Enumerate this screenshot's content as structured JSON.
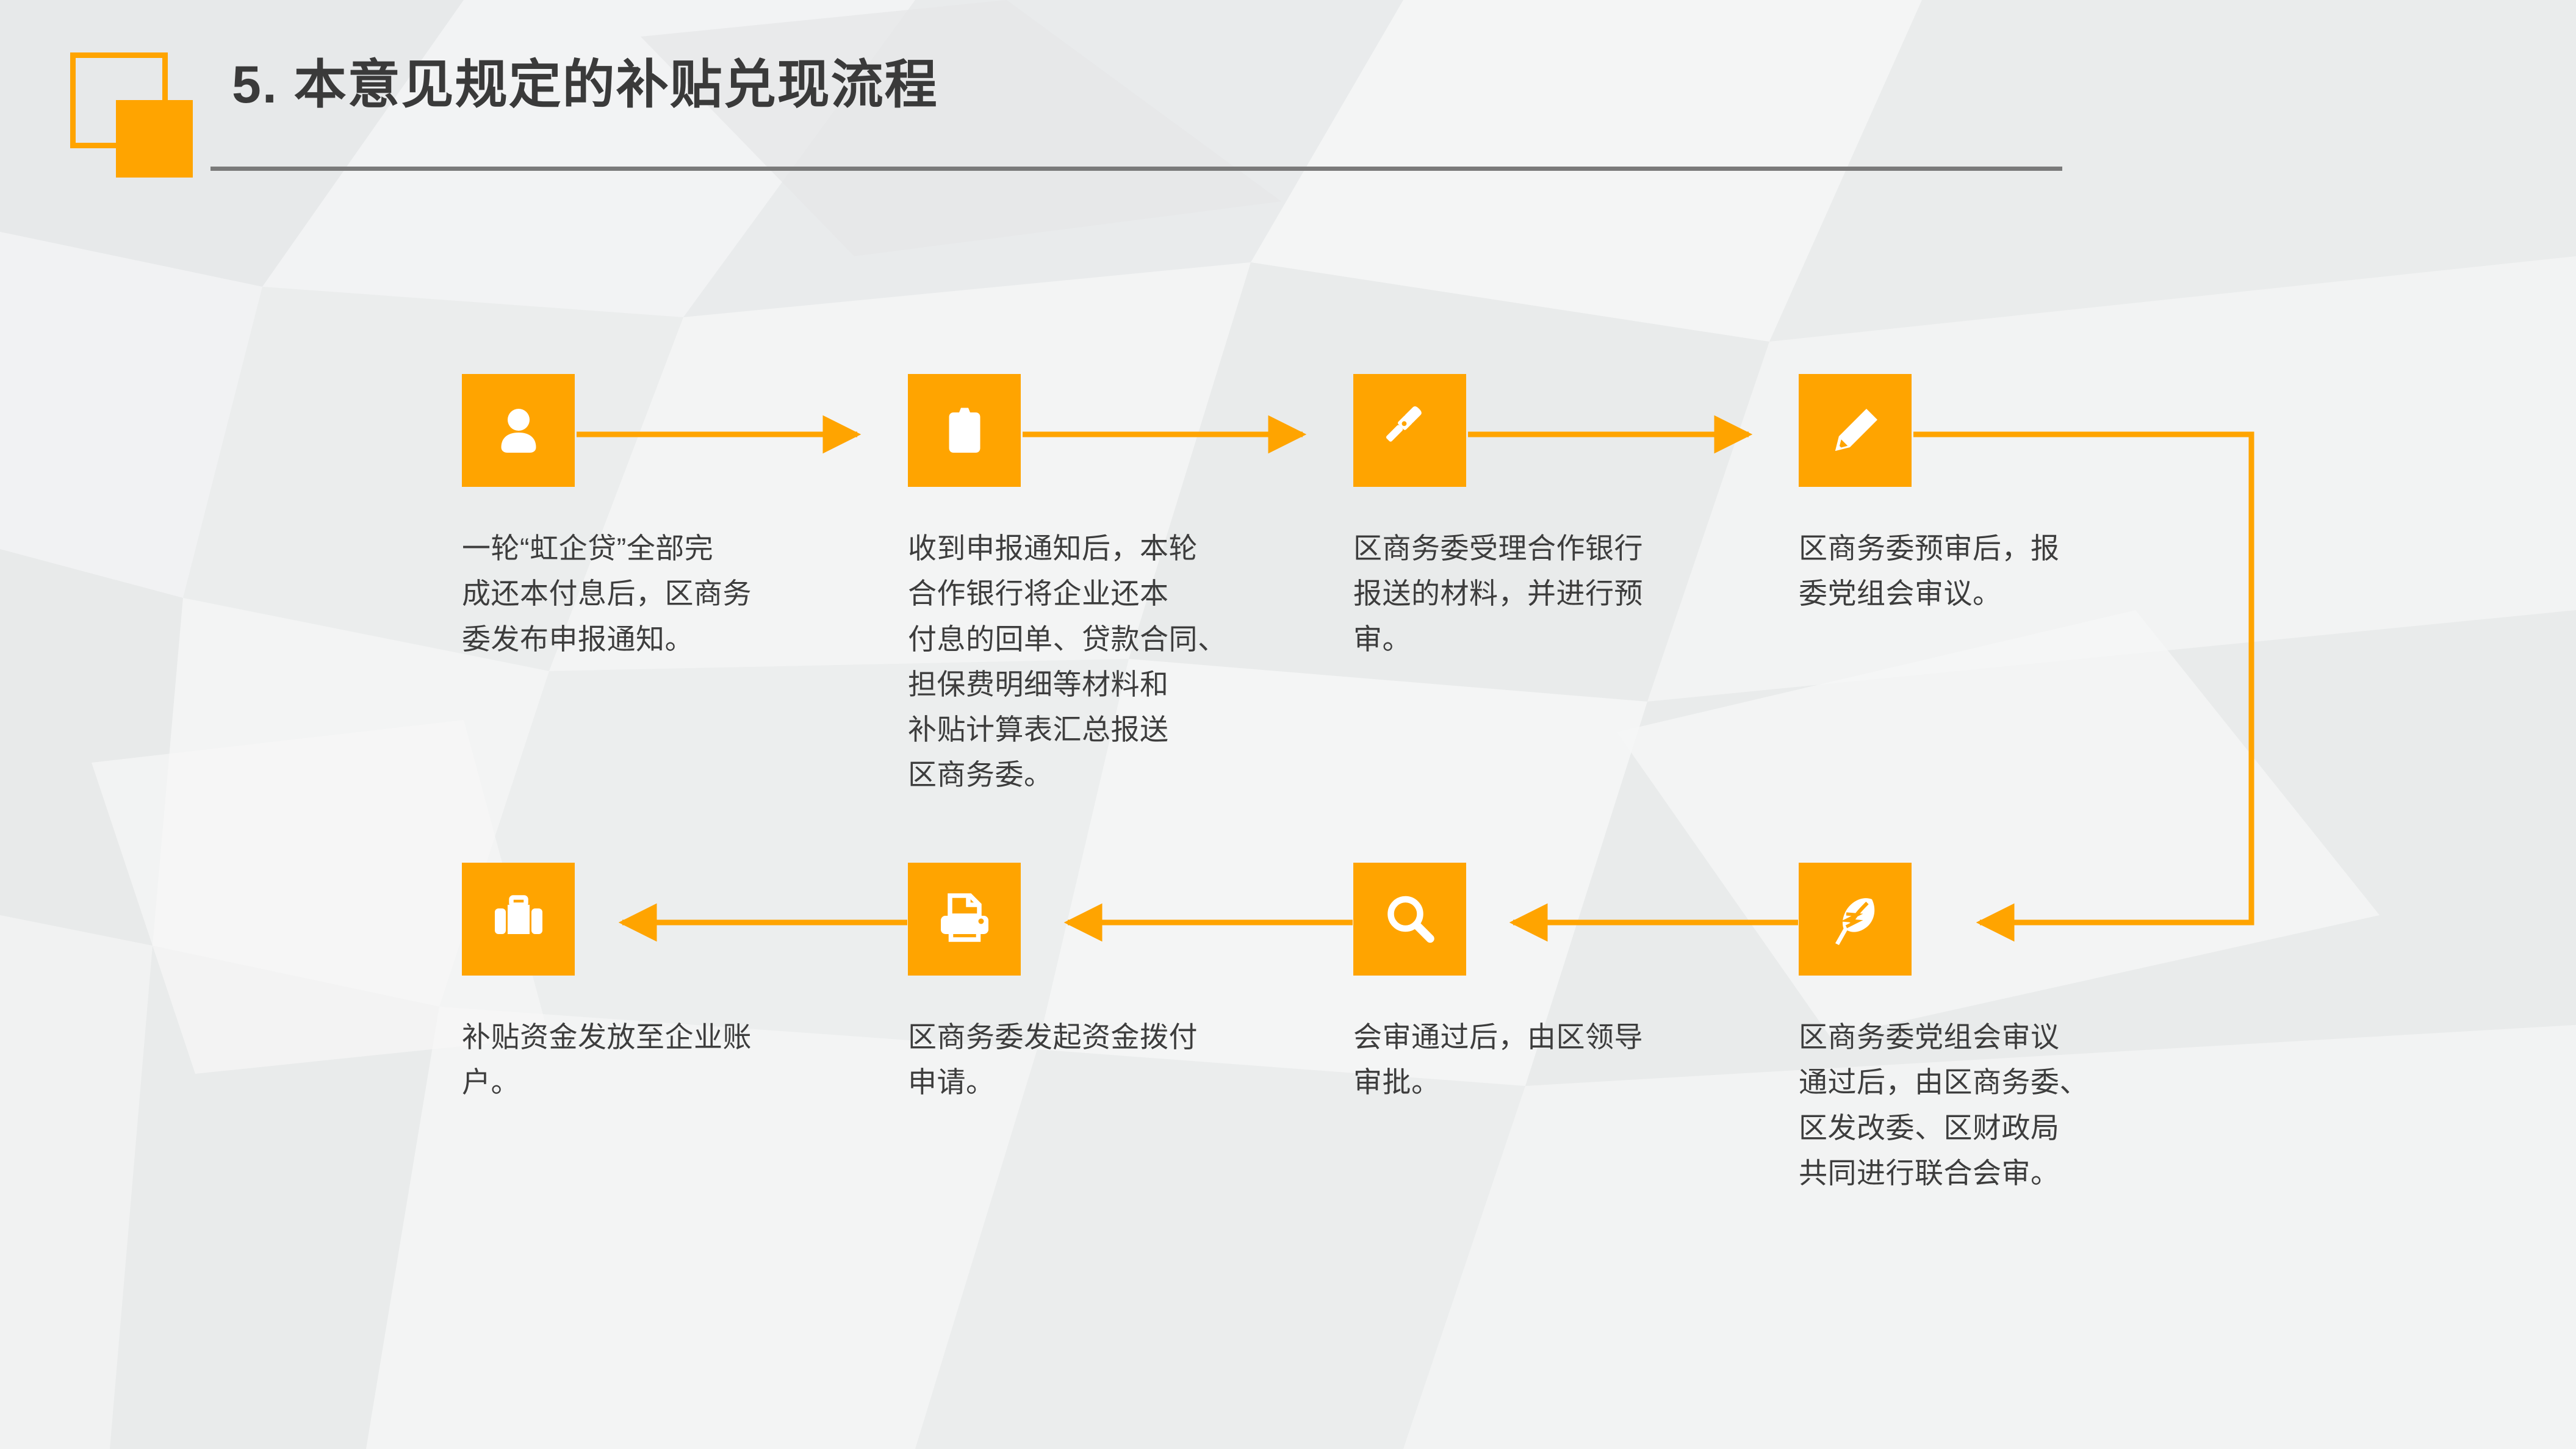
{
  "slide": {
    "title": "5.  本意见规定的补贴兑现流程",
    "accent_color": "#FFA400",
    "text_color": "#3d3d3d",
    "title_color": "#3a3a3a",
    "rule_color": "#7a7a7a",
    "background_color": "#eef0f0"
  },
  "decor": {
    "square_outline": "outline-square",
    "square_filled": "filled-square"
  },
  "flow": {
    "steps": [
      {
        "index": 1,
        "icon": "person-icon",
        "text": "一轮“虹企贷”全部完\n成还本付息后，区商务\n委发布申报通知。"
      },
      {
        "index": 2,
        "icon": "clipboard-icon",
        "text": "收到申报通知后，本轮\n合作银行将企业还本\n付息的回单、贷款合同、\n担保费明细等材料和\n补贴计算表汇总报送\n区商务委。"
      },
      {
        "index": 3,
        "icon": "flashlight-icon",
        "text": "区商务委受理合作银行\n报送的材料，并进行预\n审。"
      },
      {
        "index": 4,
        "icon": "pencil-icon",
        "text": "区商务委预审后，报\n委党组会审议。"
      },
      {
        "index": 5,
        "icon": "briefcase-icon",
        "text": "补贴资金发放至企业账\n户。"
      },
      {
        "index": 6,
        "icon": "printer-icon",
        "text": "区商务委发起资金拨付\n申请。"
      },
      {
        "index": 7,
        "icon": "magnifier-icon",
        "text": "会审通过后，由区领导\n审批。"
      },
      {
        "index": 8,
        "icon": "feather-icon",
        "text": "区商务委党组会审议\n通过后，由区商务委、\n区发改委、区财政局\n共同进行联合会审。"
      }
    ],
    "connectors": [
      {
        "name": "arrow-step1-to-step2",
        "direction": "right"
      },
      {
        "name": "arrow-step2-to-step3",
        "direction": "right"
      },
      {
        "name": "arrow-step3-to-step4",
        "direction": "right"
      },
      {
        "name": "arrow-step4-to-step8",
        "direction": "elbow-right-down-left"
      },
      {
        "name": "arrow-step8-to-step7",
        "direction": "left"
      },
      {
        "name": "arrow-step7-to-step6",
        "direction": "left"
      },
      {
        "name": "arrow-step6-to-step5",
        "direction": "left"
      }
    ]
  }
}
